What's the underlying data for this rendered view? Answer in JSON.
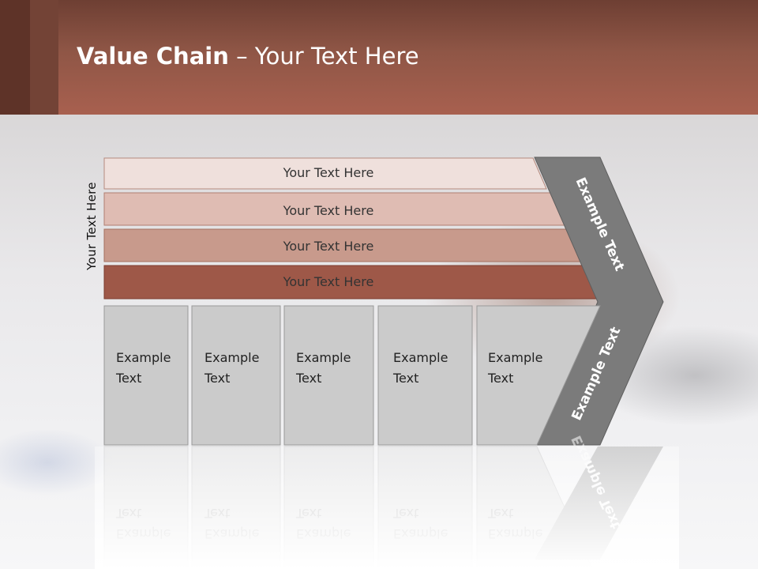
{
  "title": {
    "bold": "Value Chain",
    "rest": " – Your Text Here"
  },
  "side_label": "Your Text Here",
  "bars": [
    {
      "label": "Your Text Here",
      "color": "#efe0dc"
    },
    {
      "label": "Your Text Here",
      "color": "#dfbcb3"
    },
    {
      "label": "Your Text Here",
      "color": "#c89a8c"
    },
    {
      "label": "Your Text Here",
      "color": "#9e5848"
    }
  ],
  "boxes": [
    {
      "line1": "Example",
      "line2": "Text"
    },
    {
      "line1": "Example",
      "line2": "Text"
    },
    {
      "line1": "Example",
      "line2": "Text"
    },
    {
      "line1": "Example",
      "line2": "Text"
    },
    {
      "line1": "Example",
      "line2": "Text"
    }
  ],
  "chevron": {
    "upper": "Example Text",
    "lower": "Example Text",
    "color": "#7b7b7b"
  },
  "colors": {
    "header": "#a8604f",
    "box_fill": "#cbcbcb",
    "box_stroke": "#9a9a9a"
  }
}
